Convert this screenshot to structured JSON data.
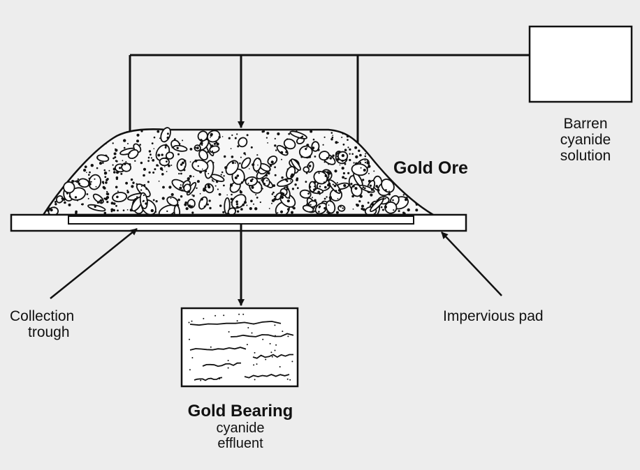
{
  "labels": {
    "gold_ore": "Gold Ore",
    "barren": [
      "Barren",
      "cyanide",
      "solution"
    ],
    "collection": [
      "Collection",
      "trough"
    ],
    "impervious": "Impervious pad",
    "effluent_title": "Gold Bearing",
    "effluent_sub": [
      "cyanide",
      "effluent"
    ]
  },
  "colors": {
    "ink": "#111111",
    "paper": "#ededed",
    "box_fill": "#ffffff"
  }
}
